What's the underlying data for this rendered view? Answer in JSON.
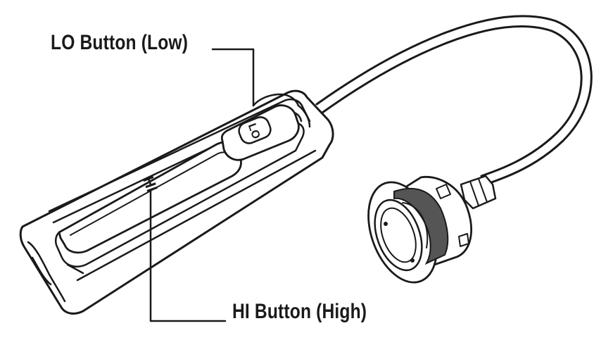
{
  "callouts": {
    "lo": {
      "label": "LO Button (Low)"
    },
    "hi": {
      "label": "HI Button (High)"
    }
  },
  "device": {
    "lo_button_marking": "LO",
    "hi_button_marking": "HI"
  },
  "colors": {
    "line": "#1a1a1a",
    "band": "#555555",
    "background": "#ffffff"
  }
}
